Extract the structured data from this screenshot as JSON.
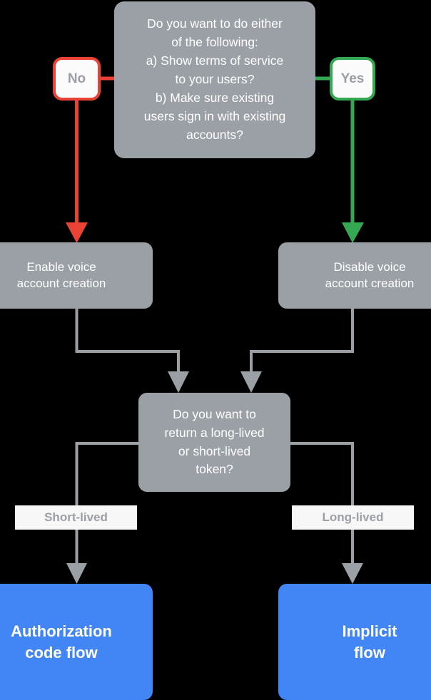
{
  "diagram": {
    "title": "Account linking flow decision chart",
    "background": "#000000",
    "colors": {
      "gray_node": "#9aa0a6",
      "blue_node": "#4285f4",
      "no_border": "#ea4335",
      "yes_border": "#34a853",
      "wire_gray": "#9aa0a6",
      "label_text": "#9aa0a6",
      "node_text": "#ffffff"
    },
    "nodes": {
      "top_question": "Do you want to do either\nof the following:\na) Show terms of service\nto your users?\nb) Make sure existing\nusers sign in with existing\naccounts?",
      "no_pill": "No",
      "yes_pill": "Yes",
      "enable_box": "Enable voice\naccount creation",
      "disable_box": "Disable voice\naccount creation",
      "token_question": "Do you want to\nreturn a long-lived\nor short-lived\ntoken?",
      "short_lived_label": "Short-lived",
      "long_lived_label": "Long-lived",
      "authorization_box": "Authorization\ncode flow",
      "implicit_box": "Implicit\nflow"
    }
  }
}
